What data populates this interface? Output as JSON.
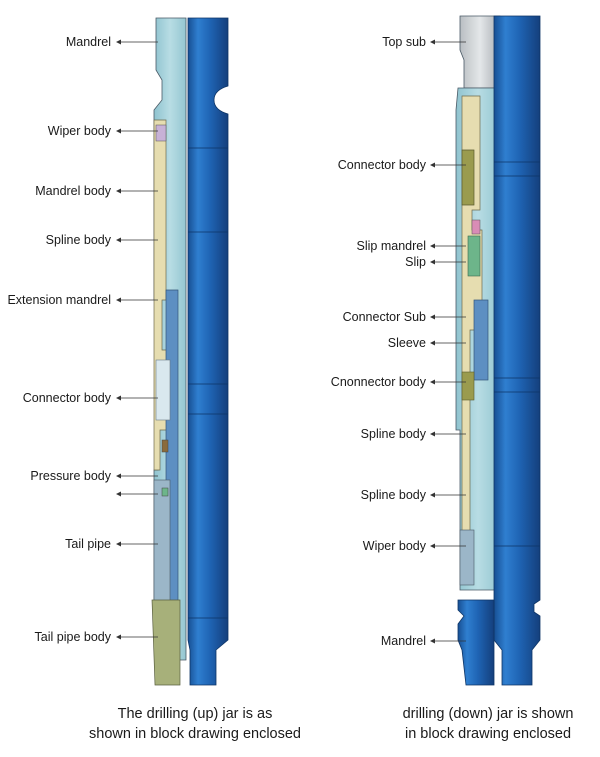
{
  "left_jar": {
    "labels": [
      "Mandrel",
      "Wiper body",
      "Mandrel body",
      "Spline body",
      "Extension mandrel",
      "Connector body",
      "Pressure body",
      "",
      "Tail pipe",
      "Tail pipe body"
    ],
    "caption": [
      "The drilling (up) jar is as",
      "shown in block drawing enclosed"
    ]
  },
  "right_jar": {
    "labels": [
      "Top sub",
      "Connector body",
      "Slip mandrel",
      "Slip",
      "Connector Sub",
      "Sleeve",
      "Cnonnector body",
      "Spline body",
      "Spline body",
      "Wiper body",
      "Mandrel"
    ],
    "caption": [
      "drilling (down) jar is shown",
      "in block drawing enclosed"
    ]
  },
  "colors": {
    "pipe_blue": "#1f64b4",
    "mandrel_light_blue": "#a6d2da",
    "body_tan": "#e6ddb0",
    "slip_green": "#6db58a",
    "connector_olive": "#9a9b4e",
    "outline": "#4a5a66"
  }
}
